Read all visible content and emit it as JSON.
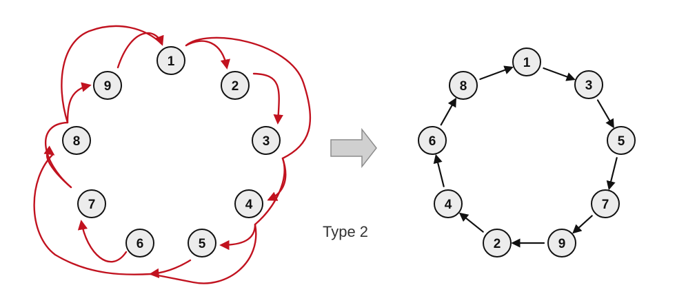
{
  "left_diagram": {
    "nodes": [
      "1",
      "2",
      "3",
      "4",
      "5",
      "6",
      "7",
      "8",
      "9"
    ],
    "edges": [
      [
        "1",
        "2"
      ],
      [
        "2",
        "3"
      ],
      [
        "3",
        "4"
      ],
      [
        "4",
        "5"
      ],
      [
        "5",
        "6"
      ],
      [
        "6",
        "7"
      ],
      [
        "7",
        "8"
      ],
      [
        "8",
        "9"
      ],
      [
        "9",
        "1"
      ]
    ],
    "arrow_color": "#c1121f"
  },
  "right_diagram": {
    "nodes": [
      "1",
      "3",
      "5",
      "7",
      "9",
      "2",
      "4",
      "6",
      "8"
    ],
    "edges": [
      [
        "1",
        "3"
      ],
      [
        "3",
        "5"
      ],
      [
        "5",
        "7"
      ],
      [
        "7",
        "9"
      ],
      [
        "9",
        "2"
      ],
      [
        "2",
        "4"
      ],
      [
        "4",
        "6"
      ],
      [
        "6",
        "8"
      ],
      [
        "8",
        "1"
      ]
    ],
    "arrow_color": "#111111"
  },
  "transform_arrow": {
    "icon": "right-arrow-icon",
    "color": "#d0d0d0"
  },
  "caption": "Type 2"
}
